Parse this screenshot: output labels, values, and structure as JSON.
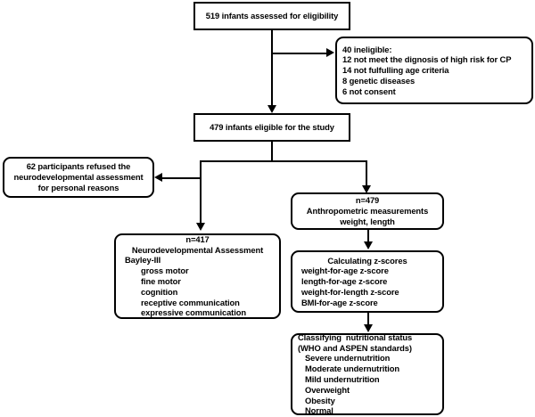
{
  "diagram": {
    "title": "Study flow diagram",
    "stroke_color": "#000000",
    "background_color": "#ffffff",
    "nodes": {
      "assessed": {
        "label": "519 infants assessed for eligibility",
        "lines": [
          "519 infants assessed for eligibility"
        ]
      },
      "ineligible": {
        "lines": [
          "40 ineligible:",
          "12 not meet the dignosis of high risk for CP",
          "14 not fulfulling age criteria",
          "8 genetic diseases",
          "6 not consent"
        ]
      },
      "eligible": {
        "lines": [
          "479 infants eligible for the study"
        ]
      },
      "refused": {
        "lines": [
          "62 participants refused the",
          "neurodevelopmental assessment",
          "for personal reasons"
        ]
      },
      "anthropometric": {
        "lines": [
          "n=479",
          "Anthropometric measurements",
          "weight, length"
        ]
      },
      "zscores": {
        "lines": [
          "Calculating z-scores",
          "weight-for-age z-score",
          "length-for-age z-score",
          "weight-for-length z-score",
          "BMI-for-age z-score"
        ]
      },
      "classifying": {
        "lines": [
          "Classifying  nutritional status",
          "(WHO and ASPEN standards)",
          "Severe undernutrition",
          "Moderate undernutrition",
          "Mild undernutrition",
          "Overweight",
          "Obesity",
          "Normal"
        ]
      },
      "neuro": {
        "lines": [
          "n=417",
          "Neurodevelopmental Assessment",
          "Bayley-III",
          "gross motor",
          "fine motor",
          "cognition",
          "receptive communication",
          "expressive communication"
        ]
      }
    }
  }
}
